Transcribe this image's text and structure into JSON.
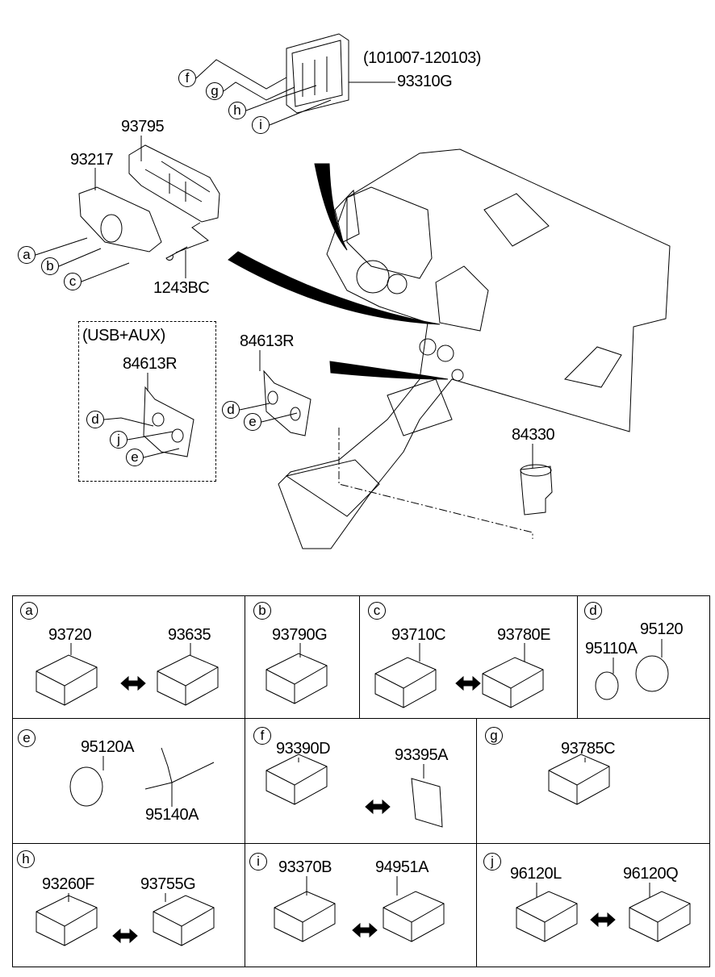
{
  "diagram": {
    "top": {
      "date_range": "(101007-120103)",
      "part_93310G": "93310G",
      "part_93795": "93795",
      "part_93217": "93217",
      "part_1243BC": "1243BC",
      "usb_aux_label": "(USB+AUX)",
      "part_84613R_usb": "84613R",
      "part_84613R": "84613R",
      "part_84330": "84330",
      "callouts": {
        "a": "a",
        "b": "b",
        "c": "c",
        "d": "d",
        "e": "e",
        "f": "f",
        "g": "g",
        "h": "h",
        "i": "i",
        "j": "j"
      }
    },
    "grid": {
      "a": {
        "key": "a",
        "parts": [
          "93720",
          "93635"
        ]
      },
      "b": {
        "key": "b",
        "parts": [
          "93790G"
        ]
      },
      "c": {
        "key": "c",
        "parts": [
          "93710C",
          "93780E"
        ]
      },
      "d": {
        "key": "d",
        "parts": [
          "95110A",
          "95120"
        ]
      },
      "e": {
        "key": "e",
        "parts": [
          "95120A",
          "95140A"
        ]
      },
      "f": {
        "key": "f",
        "parts": [
          "93390D",
          "93395A"
        ]
      },
      "g": {
        "key": "g",
        "parts": [
          "93785C"
        ]
      },
      "h": {
        "key": "h",
        "parts": [
          "93260F",
          "93755G"
        ]
      },
      "i": {
        "key": "i",
        "parts": [
          "93370B",
          "94951A"
        ]
      },
      "j": {
        "key": "j",
        "parts": [
          "96120L",
          "96120Q"
        ]
      }
    }
  }
}
